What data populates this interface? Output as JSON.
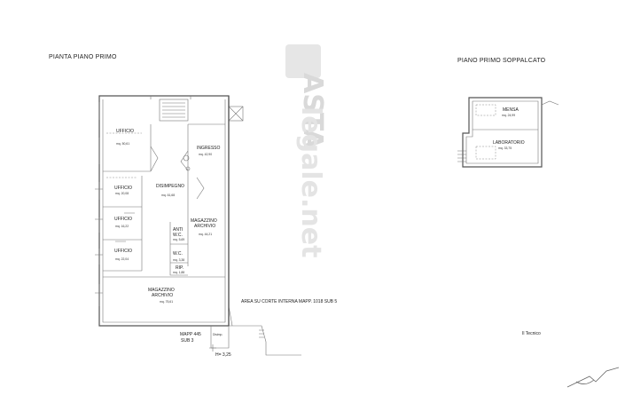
{
  "titles": {
    "first_floor": "PIANTA PIANO PRIMO",
    "mezzanine": "PIANO PRIMO SOPPALCATO"
  },
  "watermark": {
    "brand": "ASTA",
    "suffix": "legale.net"
  },
  "rooms": {
    "ufficio_1": {
      "name": "UFFICIO",
      "area": "mq. 50,61"
    },
    "ingresso": {
      "name": "INGRESSO",
      "area": "mq. 42,90"
    },
    "disimpegno": {
      "name": "DISIMPEGNO",
      "area": "mq. 61,68"
    },
    "ufficio_2": {
      "name": "UFFICIO",
      "area": "mq. 20,08"
    },
    "ufficio_3": {
      "name": "UFFICIO",
      "area": "mq. 16,22"
    },
    "ufficio_4": {
      "name": "UFFICIO",
      "area": "mq. 22,04"
    },
    "magazzino_1": {
      "name": "MAGAZZINO",
      "name2": "ARCHIVIO",
      "area": "mq. 44,21"
    },
    "anti_wc": {
      "name": "ANTI",
      "name2": "W.C.",
      "area": "mq. 5,69"
    },
    "wc": {
      "name": "W.C.",
      "area": "mq. 3,38"
    },
    "rip": {
      "name": "RIP.",
      "area": "mq. 1,88"
    },
    "magazzino_2": {
      "name": "MAGAZZINO",
      "name2": "ARCHIVIO",
      "area": "mq. 75,61"
    },
    "mensa": {
      "name": "MENSA",
      "area": "mq. 24,99"
    },
    "laboratorio": {
      "name": "LABORATORIO",
      "area": "mq. 33,75"
    }
  },
  "labels": {
    "area_corte": "AREA SU CORTE INTERNA MAPP. 1018 SUB 5",
    "mapp_445": "MAPP 445",
    "sub_3": "SUB 3",
    "disimp": "Disimp.",
    "height": "H= 3,25",
    "tecnico": "Il Tecnico"
  },
  "colors": {
    "wall": "#555555",
    "text": "#222222",
    "watermark": "#d9d9d9"
  }
}
